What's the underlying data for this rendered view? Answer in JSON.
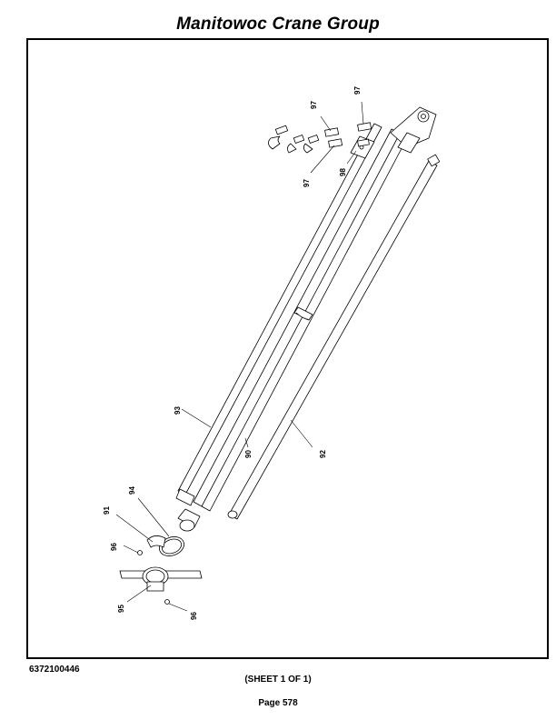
{
  "header": {
    "title": "Manitowoc Crane Group"
  },
  "callouts": [
    {
      "id": "c97a",
      "label": "97"
    },
    {
      "id": "c97b",
      "label": "97"
    },
    {
      "id": "c97c",
      "label": "97"
    },
    {
      "id": "c98",
      "label": "98"
    },
    {
      "id": "c93",
      "label": "93"
    },
    {
      "id": "c90",
      "label": "90"
    },
    {
      "id": "c92",
      "label": "92"
    },
    {
      "id": "c94",
      "label": "94"
    },
    {
      "id": "c91",
      "label": "91"
    },
    {
      "id": "c96a",
      "label": "96"
    },
    {
      "id": "c95",
      "label": "95"
    },
    {
      "id": "c96b",
      "label": "96"
    }
  ],
  "footer": {
    "doc_number": "6372100446",
    "sheet": "(SHEET 1 OF 1)",
    "page": "Page 578"
  }
}
